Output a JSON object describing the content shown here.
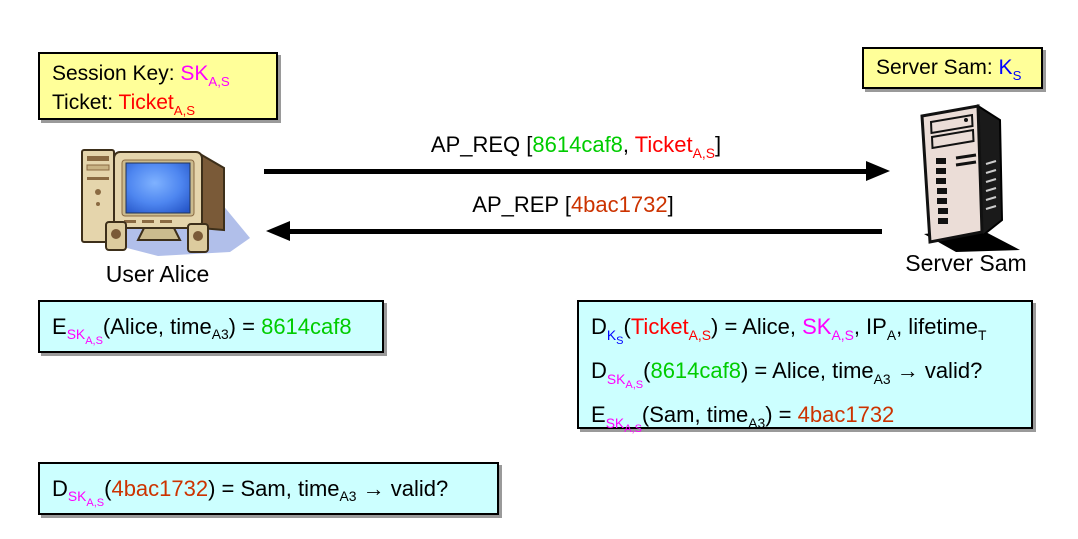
{
  "colors": {
    "magenta": "#FF00FF",
    "red": "#FF0000",
    "blue": "#0000FF",
    "green": "#00CC00",
    "orange": "#CC3300",
    "black": "#000000",
    "yellow_box_bg": "#FFFF99",
    "cyan_box_bg": "#CCFFFF"
  },
  "alice": {
    "name_label": "User Alice",
    "key_box_lines": [
      [
        {
          "t": "Session Key: "
        },
        {
          "t": "SK",
          "c": "magenta"
        },
        {
          "t": "A,S",
          "c": "magenta",
          "s": 1
        }
      ],
      [
        {
          "t": "Ticket: "
        },
        {
          "t": "Ticket",
          "c": "red"
        },
        {
          "t": "A,S",
          "c": "red",
          "s": 1
        }
      ]
    ],
    "encrypt_line": [
      {
        "t": "E"
      },
      {
        "t": "SK",
        "c": "magenta",
        "s": 1
      },
      {
        "t": "A,S",
        "c": "magenta",
        "s": 2
      },
      {
        "t": "(Alice, time"
      },
      {
        "t": "A3",
        "s": 1
      },
      {
        "t": ") = "
      },
      {
        "t": "8614caf8",
        "c": "green"
      }
    ],
    "verify_line": [
      {
        "t": "D"
      },
      {
        "t": "SK",
        "c": "magenta",
        "s": 1
      },
      {
        "t": "A,S",
        "c": "magenta",
        "s": 2
      },
      {
        "t": "("
      },
      {
        "t": "4bac1732",
        "c": "orange"
      },
      {
        "t": ") = Sam, time"
      },
      {
        "t": "A3",
        "s": 1
      },
      {
        "t": " → valid?"
      }
    ]
  },
  "sam": {
    "name_label": "Server Sam",
    "key_box_line": [
      {
        "t": "Server Sam: "
      },
      {
        "t": "K",
        "c": "blue"
      },
      {
        "t": "S",
        "c": "blue",
        "s": 1
      }
    ],
    "process_lines": [
      [
        {
          "t": "D"
        },
        {
          "t": "K",
          "c": "blue",
          "s": 1
        },
        {
          "t": "S",
          "c": "blue",
          "s": 2
        },
        {
          "t": "("
        },
        {
          "t": "Ticket",
          "c": "red"
        },
        {
          "t": "A,S",
          "c": "red",
          "s": 1
        },
        {
          "t": ") = Alice, "
        },
        {
          "t": "SK",
          "c": "magenta"
        },
        {
          "t": "A,S",
          "c": "magenta",
          "s": 1
        },
        {
          "t": ", IP"
        },
        {
          "t": "A",
          "s": 1
        },
        {
          "t": ", lifetime"
        },
        {
          "t": "T",
          "s": 1
        }
      ],
      [
        {
          "t": "D"
        },
        {
          "t": "SK",
          "c": "magenta",
          "s": 1
        },
        {
          "t": "A,S",
          "c": "magenta",
          "s": 2
        },
        {
          "t": "("
        },
        {
          "t": "8614caf8",
          "c": "green"
        },
        {
          "t": ") = Alice, time"
        },
        {
          "t": "A3",
          "s": 1
        },
        {
          "t": " → valid?"
        }
      ],
      [
        {
          "t": "E"
        },
        {
          "t": "SK",
          "c": "magenta",
          "s": 1
        },
        {
          "t": "A,S",
          "c": "magenta",
          "s": 2
        },
        {
          "t": "(Sam, time"
        },
        {
          "t": "A3",
          "s": 1
        },
        {
          "t": ") = "
        },
        {
          "t": "4bac1732",
          "c": "orange"
        }
      ]
    ]
  },
  "messages": {
    "ap_req": [
      {
        "t": "AP_REQ ["
      },
      {
        "t": "8614caf8",
        "c": "green"
      },
      {
        "t": ", "
      },
      {
        "t": "Ticket",
        "c": "red"
      },
      {
        "t": "A,S",
        "c": "red",
        "s": 1
      },
      {
        "t": "]"
      }
    ],
    "ap_rep": [
      {
        "t": "AP_REP ["
      },
      {
        "t": "4bac1732",
        "c": "orange"
      },
      {
        "t": "]"
      }
    ]
  }
}
